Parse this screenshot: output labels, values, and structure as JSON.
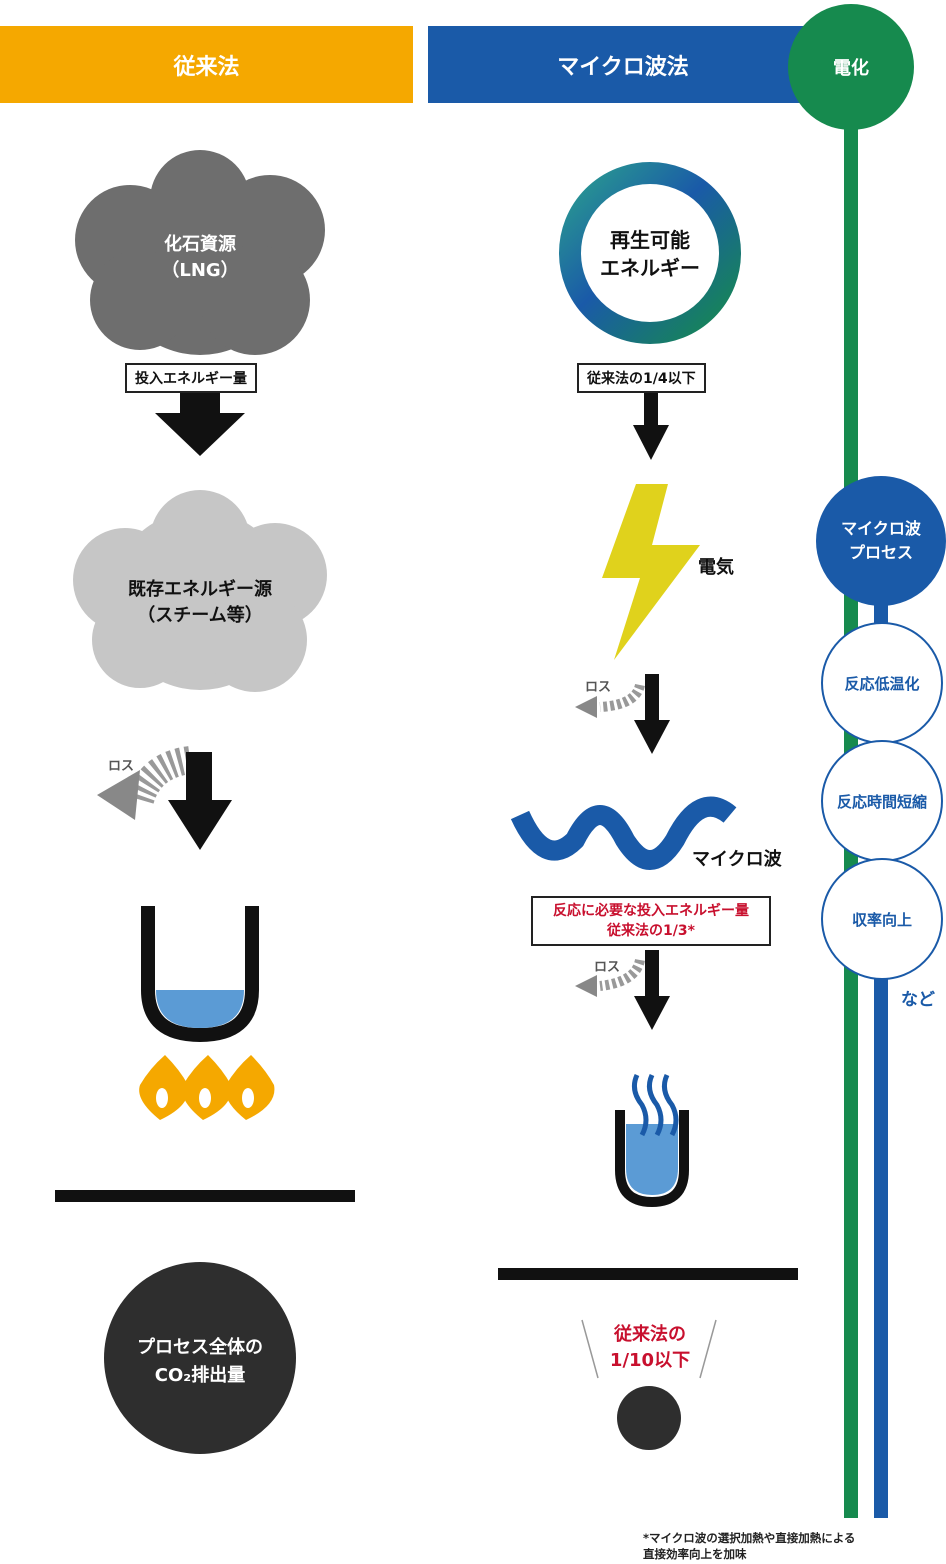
{
  "header": {
    "left_title": "従来法",
    "right_title": "マイクロ波法",
    "electrification": "電化"
  },
  "conventional": {
    "source_line1": "化石資源",
    "source_line2": "（LNG）",
    "input_label": "投入エネルギー量",
    "existing_line1": "既存エネルギー源",
    "existing_line2": "（スチーム等）",
    "loss": "ロス",
    "co2_line1": "プロセス全体の",
    "co2_line2": "CO₂排出量"
  },
  "microwave": {
    "renewable_line1": "再生可能",
    "renewable_line2": "エネルギー",
    "quarter_label": "従来法の1/4以下",
    "electricity": "電気",
    "loss1": "ロス",
    "microwave": "マイクロ波",
    "reaction_line1": "反応に必要な投入エネルギー量",
    "reaction_line2": "従来法の1/3*",
    "loss2": "ロス",
    "result_line1": "従来法の",
    "result_line2": "1/10以下"
  },
  "side": {
    "process_line1": "マイクロ波",
    "process_line2": "プロセス",
    "benefit1": "反応低温化",
    "benefit2": "反応時間短縮",
    "benefit3": "収率向上",
    "etc": "など"
  },
  "footnote": {
    "line1": "*マイクロ波の選択加熱や直接加熱による",
    "line2": "直接効率向上を加味"
  },
  "colors": {
    "orange": "#f5a800",
    "blue": "#1a5aa8",
    "green": "#168a4e",
    "red": "#c8102e",
    "yellow": "#e0d21c"
  }
}
